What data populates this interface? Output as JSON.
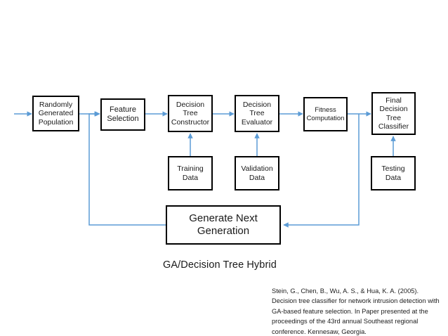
{
  "diagram": {
    "title": "GA/Decision Tree Hybrid",
    "accent_color": "#5B9BD5",
    "box_border_color": "#000000",
    "background_color": "#FFFFFF",
    "nodes": [
      {
        "id": "randomly-generated-population",
        "label": "Randomly\nGenerated\nPopulation"
      },
      {
        "id": "feature-selection",
        "label": "Feature\nSelection"
      },
      {
        "id": "decision-tree-constructor",
        "label": "Decision\nTree\nConstructor"
      },
      {
        "id": "decision-tree-evaluator",
        "label": "Decision\nTree\nEvaluator"
      },
      {
        "id": "fitness-computation",
        "label": "Fitness\nComputation"
      },
      {
        "id": "final-decision-tree-classifier",
        "label": "Final\nDecision\nTree\nClassifier"
      },
      {
        "id": "training-data",
        "label": "Training\nData"
      },
      {
        "id": "validation-data",
        "label": "Validation\nData"
      },
      {
        "id": "testing-data",
        "label": "Testing\nData"
      },
      {
        "id": "generate-next-generation",
        "label": "Generate Next\nGeneration"
      }
    ],
    "citation": "Stein, G., Chen, B., Wu, A. S., & Hua, K. A. (2005). Decision tree classifier for network intrusion detection with GA-based feature selection. In Paper presented at the proceedings of the 43rd annual Southeast regional conference. Kennesaw, Georgia."
  }
}
